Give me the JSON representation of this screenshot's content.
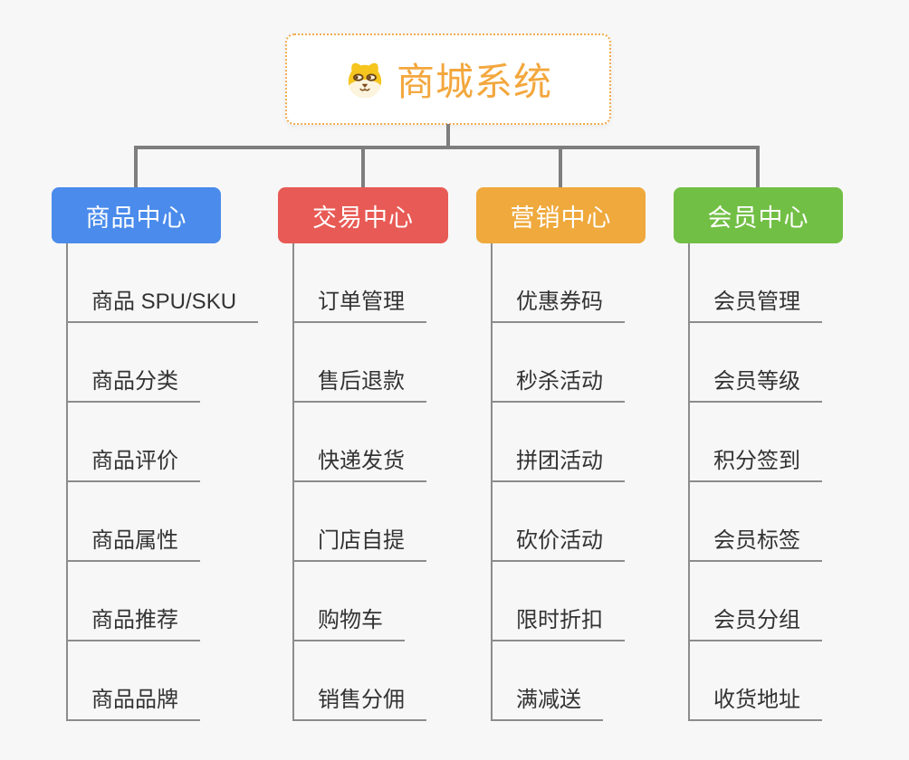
{
  "canvas": {
    "background": "#f7f7f7",
    "connector_color": "#7e7e7e",
    "child_line_color": "#8c8c8c"
  },
  "root": {
    "title": "商城系统",
    "icon": "dog-face-icon",
    "text_color": "#f3a73d",
    "border_color": "#f0ab4e"
  },
  "branches": [
    {
      "label": "商品中心",
      "color": "#4a8beb",
      "children": [
        "商品 SPU/SKU",
        "商品分类",
        "商品评价",
        "商品属性",
        "商品推荐",
        "商品品牌"
      ]
    },
    {
      "label": "交易中心",
      "color": "#e85a55",
      "children": [
        "订单管理",
        "售后退款",
        "快递发货",
        "门店自提",
        "购物车",
        "销售分佣"
      ]
    },
    {
      "label": "营销中心",
      "color": "#efa93c",
      "children": [
        "优惠券码",
        "秒杀活动",
        "拼团活动",
        "砍价活动",
        "限时折扣",
        "满减送"
      ]
    },
    {
      "label": "会员中心",
      "color": "#72bf45",
      "children": [
        "会员管理",
        "会员等级",
        "积分签到",
        "会员标签",
        "会员分组",
        "收货地址"
      ]
    }
  ]
}
